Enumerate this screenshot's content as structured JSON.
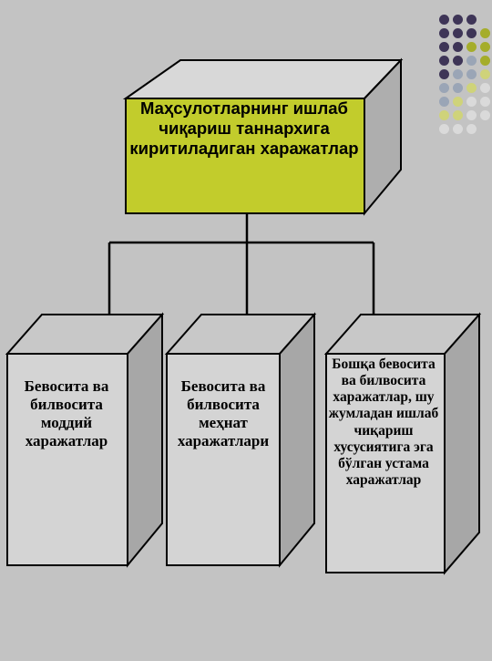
{
  "colors": {
    "background": "#c3c3c3",
    "top_box_front": "#c2cc2c",
    "top_box_top": "#d8d8d8",
    "top_box_side": "#aeaeae",
    "column_front": "#d4d4d4",
    "column_top": "#c8c8c8",
    "column_side": "#a7a7a7",
    "connector": "#000000"
  },
  "top_box": {
    "text": "Маҳсулотларнинг ишлаб чиқариш таннархига киритиладиган харажатлар"
  },
  "columns": [
    {
      "text": "Бевосита ва билвосита моддий харажатлар"
    },
    {
      "text": "Бевосита ва билвосита меҳнат харажатлари"
    },
    {
      "text": "Бошқа бевосита ва билвосита харажатлар, шу жумладан ишлаб чиқариш хусусиятига эга бўлган устама харажатлар"
    }
  ],
  "decor": {
    "dot_grid": {
      "rows": [
        [
          "#3e3557",
          "#3e3557",
          "#3e3557"
        ],
        [
          "#3e3557",
          "#3e3557",
          "#3e3557",
          "#a5ad2b"
        ],
        [
          "#3e3557",
          "#3e3557",
          "#a5ad2b",
          "#a5ad2b"
        ],
        [
          "#3e3557",
          "#3e3557",
          "#9aa5b6",
          "#a5ad2b"
        ],
        [
          "#3e3557",
          "#9aa5b6",
          "#9aa5b6",
          "#cfd37a"
        ],
        [
          "#9aa5b6",
          "#9aa5b6",
          "#cfd37a",
          "#dadada"
        ],
        [
          "#9aa5b6",
          "#cfd37a",
          "#dadada",
          "#dadada"
        ],
        [
          "#cfd37a",
          "#cfd37a",
          "#dadada",
          "#dadada"
        ],
        [
          "#dadada",
          "#dadada",
          "#dadada"
        ]
      ]
    }
  }
}
